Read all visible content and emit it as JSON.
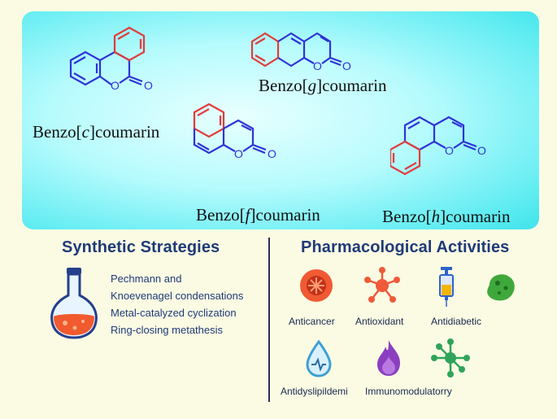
{
  "structures": {
    "benzo_c": {
      "prefix": "Benzo[",
      "letter": "c",
      "suffix": "]coumarin"
    },
    "benzo_g": {
      "prefix": "Benzo[",
      "letter": "g",
      "suffix": "]coumarin"
    },
    "benzo_f": {
      "prefix": "Benzo[",
      "letter": "f",
      "suffix": "]coumarin"
    },
    "benzo_h": {
      "prefix": "Benzo[",
      "letter": "h",
      "suffix": "]coumarin"
    },
    "atom_oxygen": "O",
    "colors": {
      "coumarin_core": "#2f33d6",
      "fused_ring": "#e23b3b"
    }
  },
  "synthetic": {
    "title": "Synthetic Strategies",
    "items": [
      "Pechmann and",
      "Knoevenagel condensations",
      "Metal-catalyzed cyclization",
      "Ring-closing metathesis"
    ],
    "icon": "flask-icon"
  },
  "pharmacological": {
    "title": "Pharmacological Activities",
    "activities": [
      {
        "label": "Anticancer",
        "icon": "cancer-cell-icon",
        "color": "#f05a33"
      },
      {
        "label": "Antioxidant",
        "icon": "molecule-network-icon",
        "color": "#ef5a3a"
      },
      {
        "label": "Antidiabetic",
        "icon": "syringe-icon",
        "color": "#2e63c9"
      },
      {
        "label": "",
        "icon": "bacteria-icon",
        "color": "#3fa83c"
      },
      {
        "label": "Antidyslipildemi",
        "icon": "drop-icon",
        "color": "#3e9fd6"
      },
      {
        "label": "Immunomodulatorry",
        "icon": "flame-icon",
        "color": "#8b3fc0"
      },
      {
        "label": "",
        "icon": "virus-network-icon",
        "color": "#2fa45a"
      }
    ]
  }
}
